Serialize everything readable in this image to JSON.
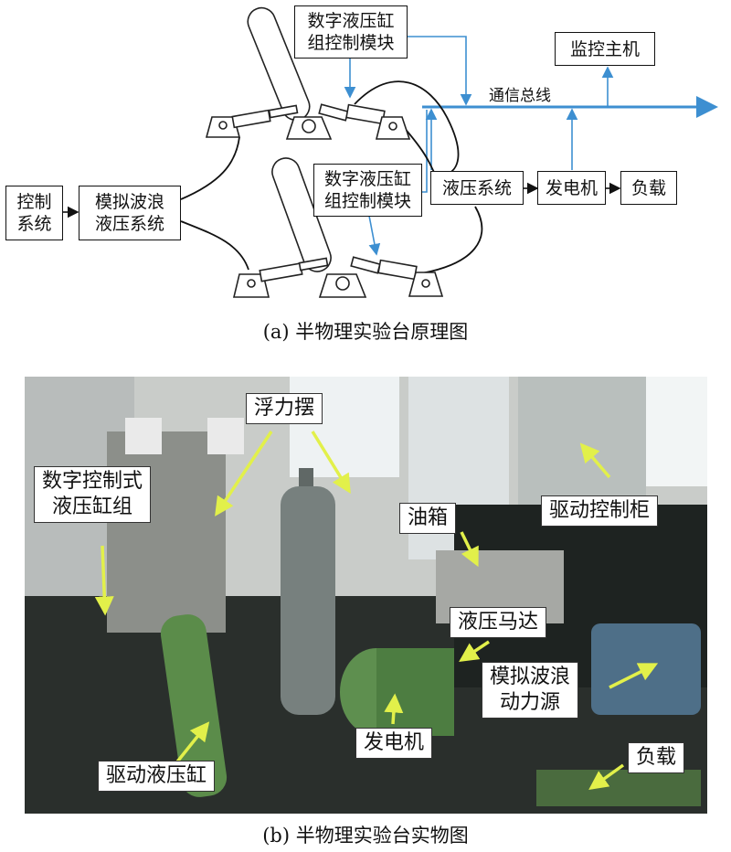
{
  "diagram": {
    "boxes": {
      "control_system": "控制\n系统",
      "wave_hydraulic": "模拟波浪\n液压系统",
      "cyl_ctrl_top": "数字液压缸\n组控制模块",
      "cyl_ctrl_bottom": "数字液压缸\n组控制模块",
      "monitor_host": "监控主机",
      "hydraulic_system": "液压系统",
      "generator": "发电机",
      "load": "负载"
    },
    "bus_label": "通信总线",
    "caption": "(a) 半物理实验台原理图",
    "colors": {
      "bus": "#3d8fd1",
      "line": "#111111"
    }
  },
  "photo": {
    "labels": {
      "floating_pendulum": "浮力摆",
      "digital_cylinder_group": "数字控制式\n液压缸组",
      "oil_tank": "油箱",
      "drive_cabinet": "驱动控制柜",
      "hydraulic_motor": "液压马达",
      "wave_power_source": "模拟波浪\n动力源",
      "generator": "发电机",
      "load": "负载",
      "drive_cylinder": "驱动液压缸"
    },
    "caption": "(b) 半物理实验台实物图",
    "colors": {
      "arrow": "#e2f04a"
    }
  }
}
